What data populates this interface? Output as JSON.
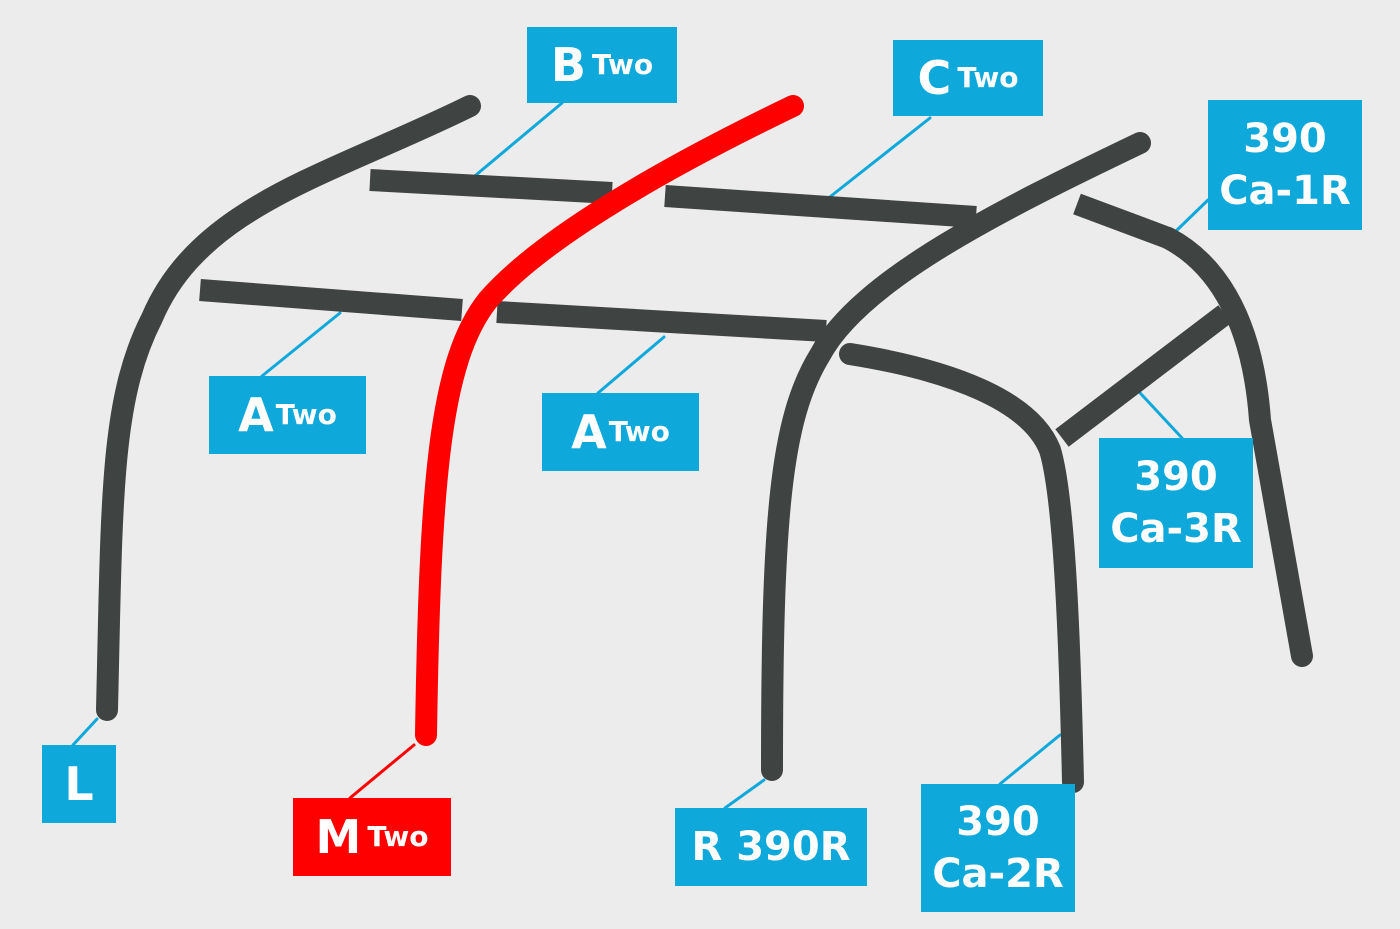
{
  "colors": {
    "background": "#ececec",
    "pole": "#3f4341",
    "highlight_pole": "#ff0000",
    "label_blue": "#0ea8da",
    "label_red": "#ff0000",
    "leader_line": "#0ea8da",
    "leader_line_red": "#ff0000"
  },
  "labels": {
    "b": {
      "main": "B",
      "sub": "Two"
    },
    "c": {
      "main": "C",
      "sub": "Two"
    },
    "a_left": {
      "main": "A",
      "sub": "Two"
    },
    "a_mid": {
      "main": "A",
      "sub": "Two"
    },
    "l": {
      "main": "L"
    },
    "m": {
      "main": "M",
      "sub": "Two"
    },
    "r": {
      "main": "R 390R"
    },
    "ca1": {
      "line1": "390",
      "line2": "Ca-1R"
    },
    "ca2": {
      "line1": "390",
      "line2": "Ca-2R"
    },
    "ca3": {
      "line1": "390",
      "line2": "Ca-3R"
    }
  }
}
